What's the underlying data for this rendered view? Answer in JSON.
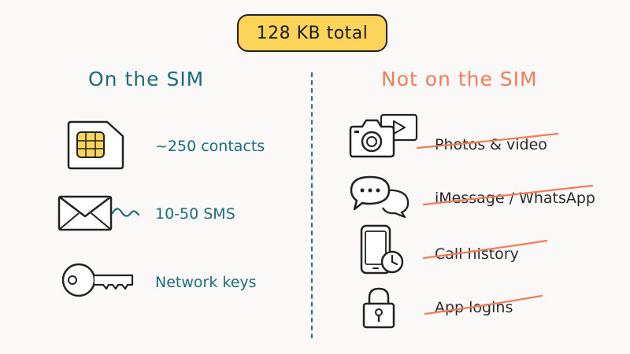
{
  "header": {
    "total": "128 KB total"
  },
  "on_sim": {
    "title": "On the SIM",
    "items": [
      {
        "label": "~250 contacts",
        "icon": "sim-card-icon"
      },
      {
        "label": "10-50 SMS",
        "icon": "envelope-icon"
      },
      {
        "label": "Network keys",
        "icon": "key-icon"
      }
    ]
  },
  "not_on_sim": {
    "title": "Not on the SIM",
    "items": [
      {
        "label": "Photos & video",
        "icon": "camera-icon"
      },
      {
        "label": "iMessage / WhatsApp",
        "icon": "chat-bubbles-icon"
      },
      {
        "label": "Call history",
        "icon": "phone-clock-icon"
      },
      {
        "label": "App logins",
        "icon": "padlock-icon"
      }
    ]
  },
  "colors": {
    "badge": "#fcd45a",
    "teal": "#1c6c7c",
    "coral": "#f17c58",
    "ink": "#222222"
  }
}
